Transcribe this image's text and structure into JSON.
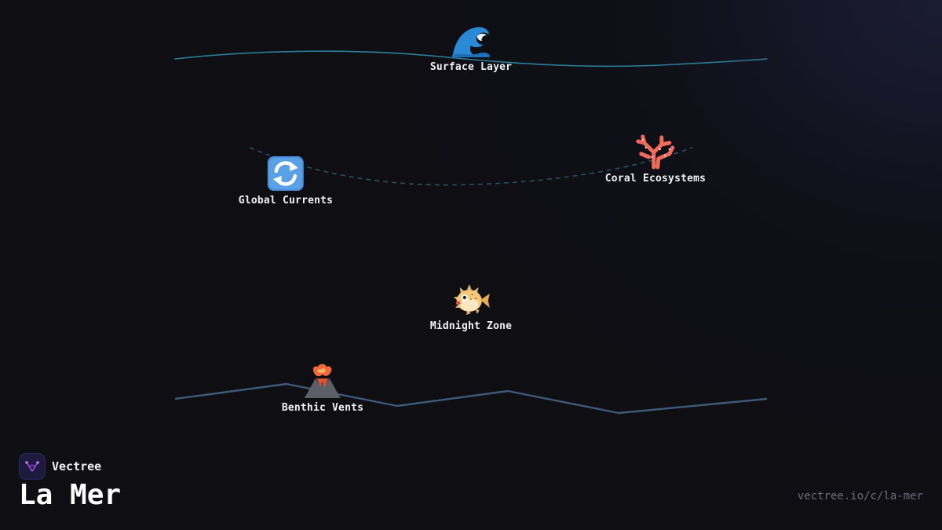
{
  "brand": {
    "name": "Vectree",
    "logo_icon": "vectree-logo-icon"
  },
  "title": "La Mer",
  "url": "vectree.io/c/la-mer",
  "colors": {
    "background": "#0e0e13",
    "surface_line": "#2a7f9a",
    "current_line": "#2d5560",
    "seafloor_line": "#3f5a78",
    "label": "#f2f2f5",
    "url": "#6d6d78",
    "logo_bg": "#1d1a3d",
    "logo_accent": "#a64de0"
  },
  "nodes": [
    {
      "id": "surface",
      "label": "Surface Layer",
      "icon": "wave-icon"
    },
    {
      "id": "currents",
      "label": "Global Currents",
      "icon": "cycle-arrows-icon"
    },
    {
      "id": "coral",
      "label": "Coral Ecosystems",
      "icon": "coral-icon"
    },
    {
      "id": "midnight",
      "label": "Midnight Zone",
      "icon": "pufferfish-icon"
    },
    {
      "id": "vents",
      "label": "Benthic Vents",
      "icon": "volcano-icon"
    }
  ]
}
